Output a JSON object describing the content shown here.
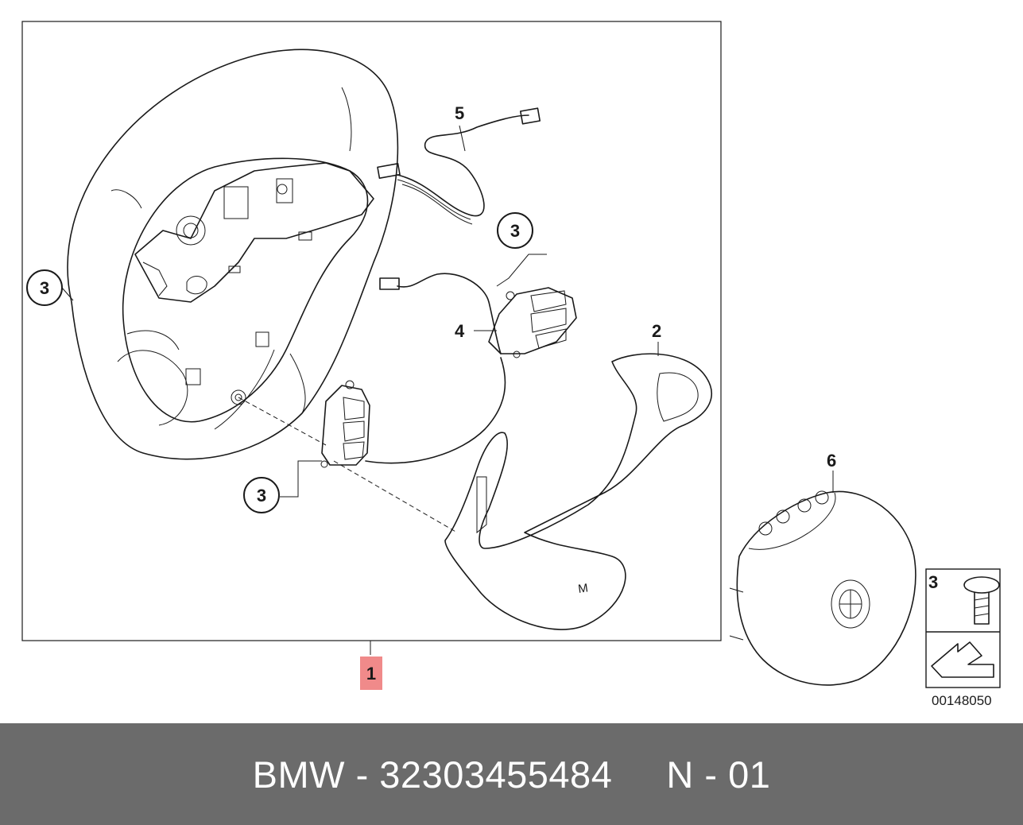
{
  "diagram": {
    "callouts": {
      "c1": "3",
      "c2": "3",
      "c3": "3"
    },
    "labels": {
      "part1": "1",
      "part2": "2",
      "part4": "4",
      "part5": "5",
      "part6": "6",
      "screw_index": "3"
    },
    "reference_number": "00148050",
    "highlight_color": "#f08a8a"
  },
  "footer": {
    "brand": "BMW",
    "separator": "-",
    "part_number": "32303455484",
    "position_prefix": "N",
    "position_number": "01"
  }
}
